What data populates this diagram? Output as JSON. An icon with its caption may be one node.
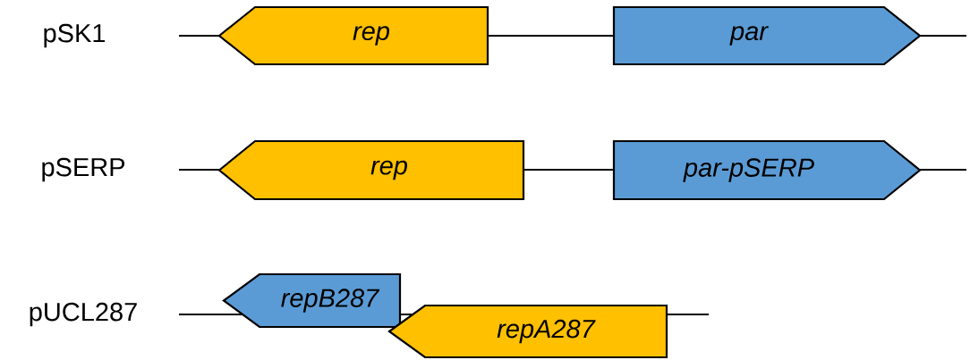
{
  "diagram": {
    "nodes": [
      {
        "text": [
          "rep"
        ]
      },
      {
        "text": [
          "par"
        ]
      },
      {
        "text": [
          "rep"
        ]
      },
      {
        "text": [
          "par-pSERP"
        ]
      },
      {
        "text": [
          "repB287"
        ]
      },
      {
        "text": [
          "repA287"
        ]
      }
    ],
    "labels": [
      "pSK1",
      "pSERP",
      "pUCL287"
    ]
  }
}
